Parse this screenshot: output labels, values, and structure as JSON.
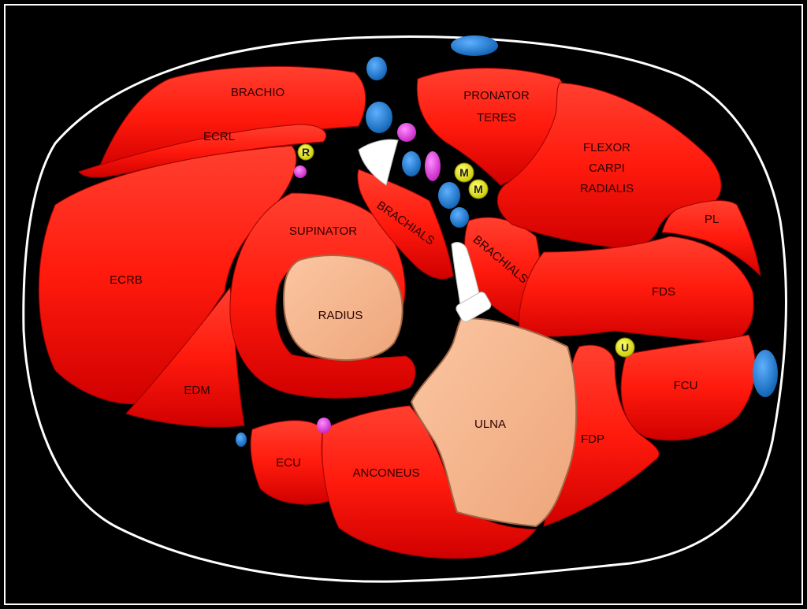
{
  "colors": {
    "background": "#000000",
    "frame": "#ffffff",
    "muscle": "#ff1a0d",
    "bone": "#f5b48c",
    "vessel": "#1f7fd6",
    "vein_pink": "#e34ee0",
    "nerve": "#e6e600",
    "tendon": "#ffffff"
  },
  "labels": {
    "brachio": "BRACHIO",
    "ecrl": "ECRL",
    "ecrb": "ECRB",
    "edm": "EDM",
    "ecu": "ECU",
    "supinator": "SUPINATOR",
    "radius": "RADIUS",
    "ulna": "ULNA",
    "anconeus": "ANCONEUS",
    "brachials_1": "BRACHIALS",
    "brachials_2": "BRACHIALS",
    "pronator_1": "PRONATOR",
    "pronator_2": "TERES",
    "fcr_1": "FLEXOR",
    "fcr_2": "CARPI",
    "fcr_3": "RADIALIS",
    "pl": "PL",
    "fds": "FDS",
    "fcu": "FCU",
    "fdp": "FDP"
  },
  "nerves": {
    "radial": "R",
    "median_1": "M",
    "median_2": "M",
    "ulnar": "U"
  }
}
